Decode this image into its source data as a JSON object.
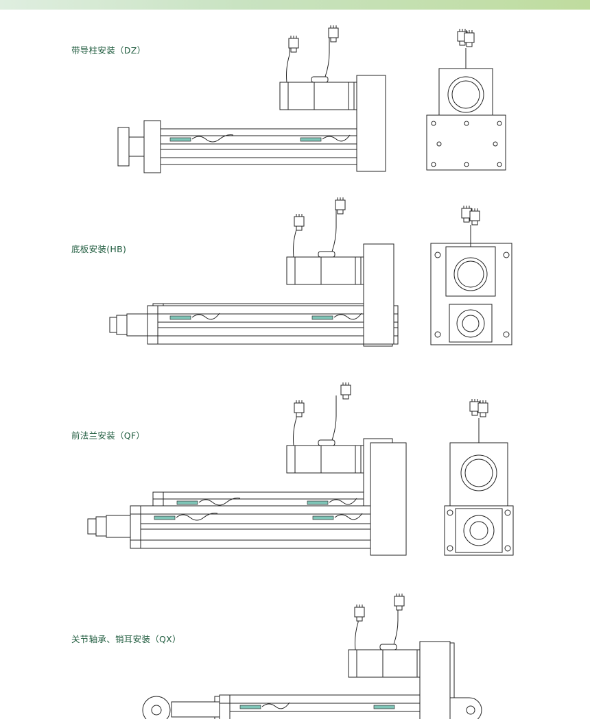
{
  "sections": [
    {
      "id": "dz",
      "label": "带导柱安装（DZ）"
    },
    {
      "id": "hb",
      "label": "底板安装(HB)"
    },
    {
      "id": "qf",
      "label": "前法兰安装（QF）"
    },
    {
      "id": "qx",
      "label": "关节轴承、销耳安装（QX）"
    }
  ],
  "colors": {
    "label": "#1d5a3c",
    "accent_strip": "#7fc6b8",
    "topbar": "#c9e3c2"
  }
}
